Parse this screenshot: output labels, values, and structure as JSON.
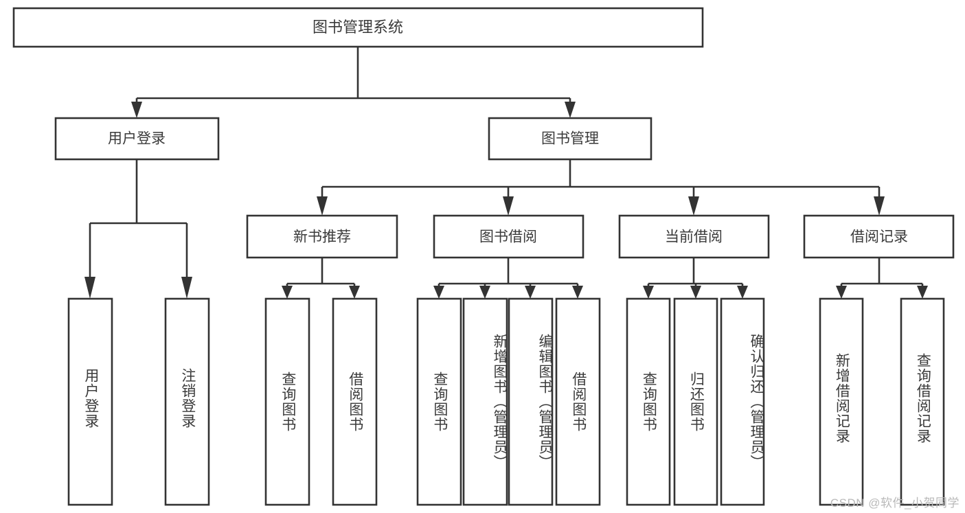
{
  "diagram": {
    "title": "图书管理系统",
    "type": "tree-hierarchy",
    "watermark": "CSDN @软件_小贺同学",
    "colors": {
      "stroke": "#333333",
      "box_fill": "#ffffff",
      "text": "#3a3a3a",
      "background": "#ffffff",
      "watermark": "#b9b9b9"
    },
    "levels": {
      "level1": [
        {
          "id": "root",
          "label": "图书管理系统"
        }
      ],
      "level2": [
        {
          "id": "user-login",
          "label": "用户登录"
        },
        {
          "id": "book-manage",
          "label": "图书管理"
        }
      ],
      "level3": [
        {
          "id": "new-book-rec",
          "label": "新书推荐"
        },
        {
          "id": "book-borrow",
          "label": "图书借阅"
        },
        {
          "id": "current-borrow",
          "label": "当前借阅"
        },
        {
          "id": "borrow-record",
          "label": "借阅记录"
        }
      ],
      "level4": [
        {
          "id": "leaf-user-login",
          "label": "用户登录",
          "parent": "user-login"
        },
        {
          "id": "leaf-logout",
          "label": "注销登录",
          "parent": "user-login"
        },
        {
          "id": "leaf-query-book-1",
          "label": "查询图书",
          "parent": "new-book-rec"
        },
        {
          "id": "leaf-borrow-book-1",
          "label": "借阅图书",
          "parent": "new-book-rec"
        },
        {
          "id": "leaf-query-book-2",
          "label": "查询图书",
          "parent": "book-borrow"
        },
        {
          "id": "leaf-add-book",
          "label": "新增图书（管理员）",
          "parent": "book-borrow"
        },
        {
          "id": "leaf-edit-book",
          "label": "编辑图书（管理员）",
          "parent": "book-borrow"
        },
        {
          "id": "leaf-borrow-book-2",
          "label": "借阅图书",
          "parent": "book-borrow"
        },
        {
          "id": "leaf-query-book-3",
          "label": "查询图书",
          "parent": "current-borrow"
        },
        {
          "id": "leaf-return-book",
          "label": "归还图书",
          "parent": "current-borrow"
        },
        {
          "id": "leaf-confirm-return",
          "label": "确认归还（管理员）",
          "parent": "current-borrow"
        },
        {
          "id": "leaf-add-record",
          "label": "新增借阅记录",
          "parent": "borrow-record"
        },
        {
          "id": "leaf-query-record",
          "label": "查询借阅记录",
          "parent": "borrow-record"
        }
      ]
    }
  }
}
